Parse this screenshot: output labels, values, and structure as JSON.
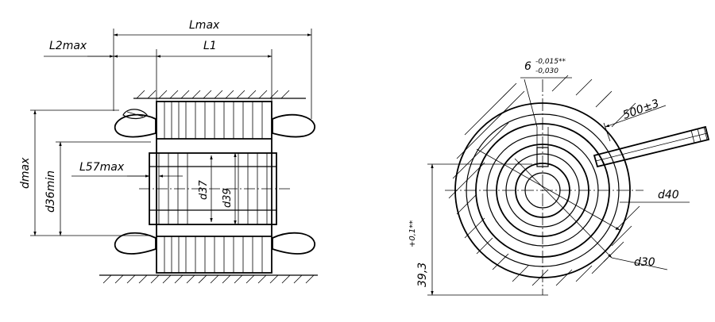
{
  "front_view": {
    "dims": {
      "lmax": "Lmax",
      "l2max": "L2max",
      "l1": "L1",
      "l57max": "L57max",
      "dmax": "dmax",
      "d36min": "d36min",
      "d37": "d37",
      "d39": "d39"
    }
  },
  "side_view": {
    "dims": {
      "slot_width": "6",
      "slot_tol_upper": "-0,015**",
      "slot_tol_lower": "-0,030",
      "lead_length": "500±3",
      "d40": "d40",
      "d30": "d30",
      "height": "39,3",
      "height_tol": "+0,1**"
    }
  }
}
